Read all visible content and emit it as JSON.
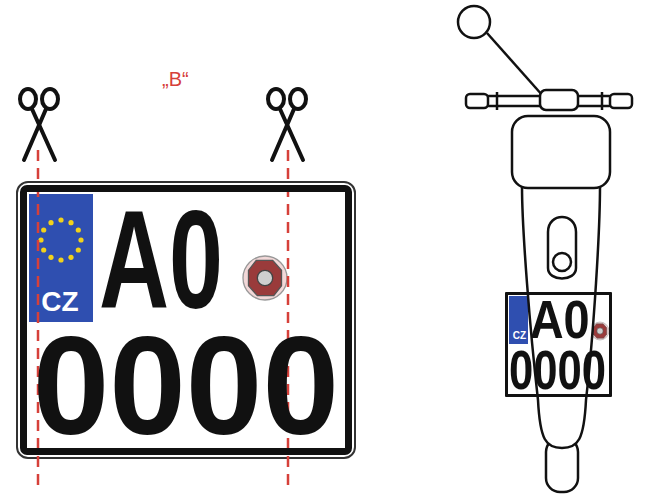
{
  "diagram": {
    "nodes": [
      {
        "text": [
          "CZ",
          "A0",
          "0000"
        ]
      },
      {
        "text": [
          "CZ",
          "A0",
          "0000"
        ]
      }
    ],
    "labels": [
      "„B“"
    ]
  }
}
